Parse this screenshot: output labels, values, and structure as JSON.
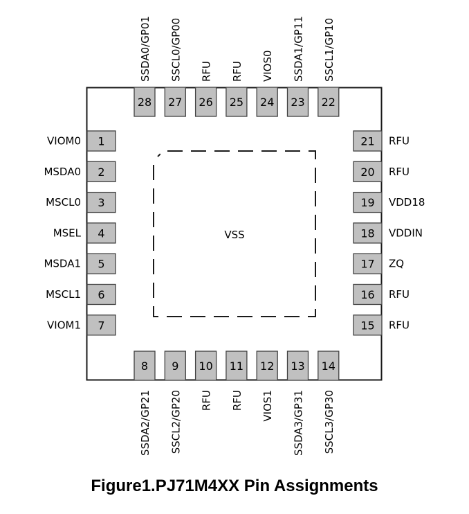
{
  "caption": "Figure1.PJ71M4XX Pin Assignments",
  "colors": {
    "pad_fill": "#c0c0c0",
    "pad_stroke": "#404040",
    "outline": "#1a1a1a",
    "exposed_pad_dash": "#1a1a1a"
  },
  "exposed_pad": {
    "label": "VSS"
  },
  "pins": {
    "left": [
      {
        "num": "1",
        "name": "VIOM0"
      },
      {
        "num": "2",
        "name": "MSDA0"
      },
      {
        "num": "3",
        "name": "MSCL0"
      },
      {
        "num": "4",
        "name": "MSEL"
      },
      {
        "num": "5",
        "name": "MSDA1"
      },
      {
        "num": "6",
        "name": "MSCL1"
      },
      {
        "num": "7",
        "name": "VIOM1"
      }
    ],
    "bottom": [
      {
        "num": "8",
        "name": "SSDA2/GP21"
      },
      {
        "num": "9",
        "name": "SSCL2/GP20"
      },
      {
        "num": "10",
        "name": "RFU"
      },
      {
        "num": "11",
        "name": "RFU"
      },
      {
        "num": "12",
        "name": "VIOS1"
      },
      {
        "num": "13",
        "name": "SSDA3/GP31"
      },
      {
        "num": "14",
        "name": "SSCL3/GP30"
      }
    ],
    "right": [
      {
        "num": "21",
        "name": "RFU"
      },
      {
        "num": "20",
        "name": "RFU"
      },
      {
        "num": "19",
        "name": "VDD18"
      },
      {
        "num": "18",
        "name": "VDDIN"
      },
      {
        "num": "17",
        "name": "ZQ"
      },
      {
        "num": "16",
        "name": "RFU"
      },
      {
        "num": "15",
        "name": "RFU"
      }
    ],
    "top": [
      {
        "num": "28",
        "name": "SSDA0/GP01"
      },
      {
        "num": "27",
        "name": "SSCL0/GP00"
      },
      {
        "num": "26",
        "name": "RFU"
      },
      {
        "num": "25",
        "name": "RFU"
      },
      {
        "num": "24",
        "name": "VIOS0"
      },
      {
        "num": "23",
        "name": "SSDA1/GP11"
      },
      {
        "num": "22",
        "name": "SSCL1/GP10"
      }
    ]
  }
}
